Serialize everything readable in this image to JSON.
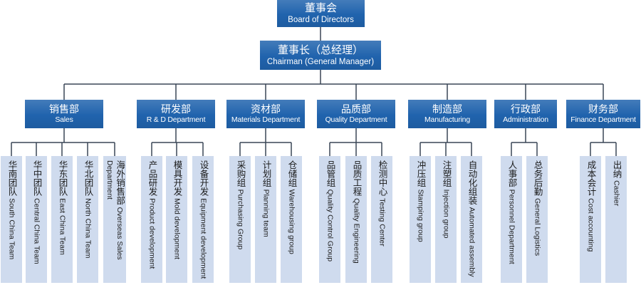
{
  "board": {
    "zh": "董事会",
    "en": "Board of Directors"
  },
  "chairman": {
    "zh": "董事长（总经理）",
    "en": "Chairman (General Manager)"
  },
  "departments": [
    {
      "zh": "销售部",
      "en": "Sales",
      "children": [
        {
          "zh": "华南团队",
          "en": "South China Team"
        },
        {
          "zh": "华中团队",
          "en": "Central China Team"
        },
        {
          "zh": "华东团队",
          "en": "East China Team"
        },
        {
          "zh": "华北团队",
          "en": "North China Team"
        },
        {
          "zh": "海外销售部",
          "en": "Overseas Sales Department"
        }
      ]
    },
    {
      "zh": "研发部",
      "en": "R & D Department",
      "children": [
        {
          "zh": "产品研发",
          "en": "Product development"
        },
        {
          "zh": "模具开发",
          "en": "Mold development"
        },
        {
          "zh": "设备开发",
          "en": "Equipment development"
        }
      ]
    },
    {
      "zh": "资材部",
      "en": "Materials Department",
      "children": [
        {
          "zh": "采购组",
          "en": "Purchasing Group"
        },
        {
          "zh": "计划组",
          "en": "Planning team"
        },
        {
          "zh": "仓储组",
          "en": "Warehousing group"
        }
      ]
    },
    {
      "zh": "品质部",
      "en": "Quality Department",
      "children": [
        {
          "zh": "品管组",
          "en": "Quality Control Group"
        },
        {
          "zh": "品质工程",
          "en": "Quality Engineering"
        },
        {
          "zh": "检测中心",
          "en": "Testing Center"
        }
      ]
    },
    {
      "zh": "制造部",
      "en": "Manufacturing",
      "children": [
        {
          "zh": "冲压组",
          "en": "Stamping group"
        },
        {
          "zh": "注塑组",
          "en": "Injection group"
        },
        {
          "zh": "自动化组装",
          "en": "Automated assembly"
        }
      ]
    },
    {
      "zh": "行政部",
      "en": "Administration",
      "children": [
        {
          "zh": "人事部",
          "en": "Personnel Department"
        },
        {
          "zh": "总务后勤",
          "en": "General Logistics"
        }
      ]
    },
    {
      "zh": "财务部",
      "en": "Finance Department",
      "children": [
        {
          "zh": "成本会计",
          "en": "Cost accounting"
        },
        {
          "zh": "出纳",
          "en": "Cashier"
        }
      ]
    }
  ],
  "colors": {
    "box": "#2063ad",
    "sub_box": "#cfdbee",
    "connector": "#3a4656"
  }
}
